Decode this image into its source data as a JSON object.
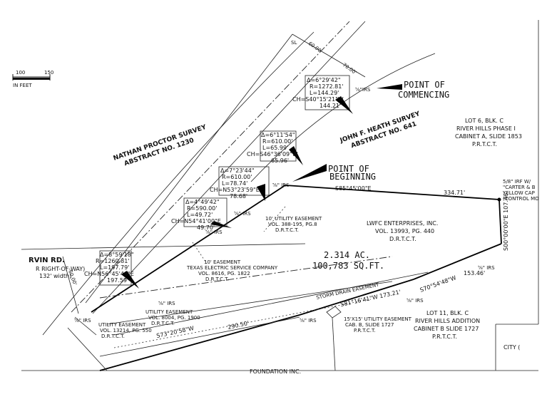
{
  "scale": {
    "from": "100",
    "to": "150",
    "unit": "IN FEET"
  },
  "labels": {
    "point_of_commencing": [
      "POINT OF",
      "COMMENCING"
    ],
    "point_of_beginning": [
      "POINT OF",
      "BEGINNING"
    ],
    "nathan_proctor": [
      "NATHAN PROCTOR SURVEY",
      "ABSTRACT NO. 1230"
    ],
    "john_heath": [
      "JOHN F. HEATH SURVEY",
      "ABSTRACT NO. 641"
    ],
    "lot6": [
      "LOT 6, BLK. C",
      "RIVER HILLS PHASE I",
      "CABINET A, SLIDE 1853",
      "P.R.T.C.T."
    ],
    "lwfc": [
      "LWFC ENTERPRISES, INC.",
      "VOL. 13993, PG. 440",
      "D.R.T.C.T."
    ],
    "lot11": [
      "LOT 11, BLK. C",
      "RIVER HILLS ADDITION",
      "CABINET B SLIDE 1727",
      "P.R.T.C.T."
    ],
    "area": [
      "2.314 AC.",
      "100,783 SQ.FT."
    ],
    "road": [
      "RVIN RD.",
      "R RIGHT-OF-WAY)",
      "132' width)"
    ],
    "city": "CITY (",
    "foundation": "FOUNDATION INC."
  },
  "curves": [
    [
      "Δ=6°29'42\"",
      "R=1272.81'",
      "L=144.29'",
      "CH=S40°15'21\"W",
      "144.21'"
    ],
    [
      "Δ=6°11'54\"",
      "R=610.00'",
      "L=65.99'",
      "CH=S46°36'09\"W",
      "65.96'"
    ],
    [
      "Δ=7°23'44\"",
      "R=610.00'",
      "L=78.74'",
      "CH=N53°23'59\"E",
      "78.68'"
    ],
    [
      "Δ=4°49'42\"",
      "R=590.00'",
      "L=49.72'",
      "CH=N54°41'00\"E",
      "49.70'"
    ],
    [
      "Δ=8°59'18\"",
      "R=1260.81'",
      "L=197.79'",
      "CH=N56°45'48\"E",
      "197.59'"
    ]
  ],
  "bearings": {
    "north_line": "S85°45'00\"E",
    "north_dist": "334.71'",
    "east_line": "S00°00'00\"E  107.46'",
    "se_line": "S70°54'48\"W",
    "se_dist": "153.46'",
    "south_line": "S81°16'41\"W  173.21'",
    "sw_line": "S73°20'58\"W",
    "sw_dist": "290.50'",
    "top_dist1": "60.00",
    "top_dist2": "70.00'",
    "road_dim": "60.00'"
  },
  "easements": {
    "util_10": [
      "10' UTILITY EASEMENT",
      "VOL. 388-195, PG.8",
      "D.R.T.C.T."
    ],
    "texas_electric": [
      "10' EASEMENT",
      "TEXAS ELECTRIC SERVICE COMPANY",
      "VOL. 8616, PG. 1822",
      "D.R.T.C.T."
    ],
    "util_a": [
      "UTILITY EASEMENT",
      "VOL. 8004, PG. 1900",
      "D.R.T.C.T."
    ],
    "util_b": [
      "UTILITY EASEMENT",
      "VOL. 13214, PG. 550",
      "D.R.T.C.T."
    ],
    "storm": "STORM DRAIN EASEMENT",
    "util_15": [
      "15'X15' UTILITY EASEMENT",
      "CAB. B, SLIDE 1727",
      "P.R.T.C.T."
    ]
  },
  "corner": [
    "5/8\" IRF W/",
    "\"CARTER & B",
    "YELLOW CAP",
    "(CONTROL MO"
  ],
  "irs_tag": "⅝\" IRS",
  "irs_plain": "⅝\"IRS",
  "sl": "SL"
}
